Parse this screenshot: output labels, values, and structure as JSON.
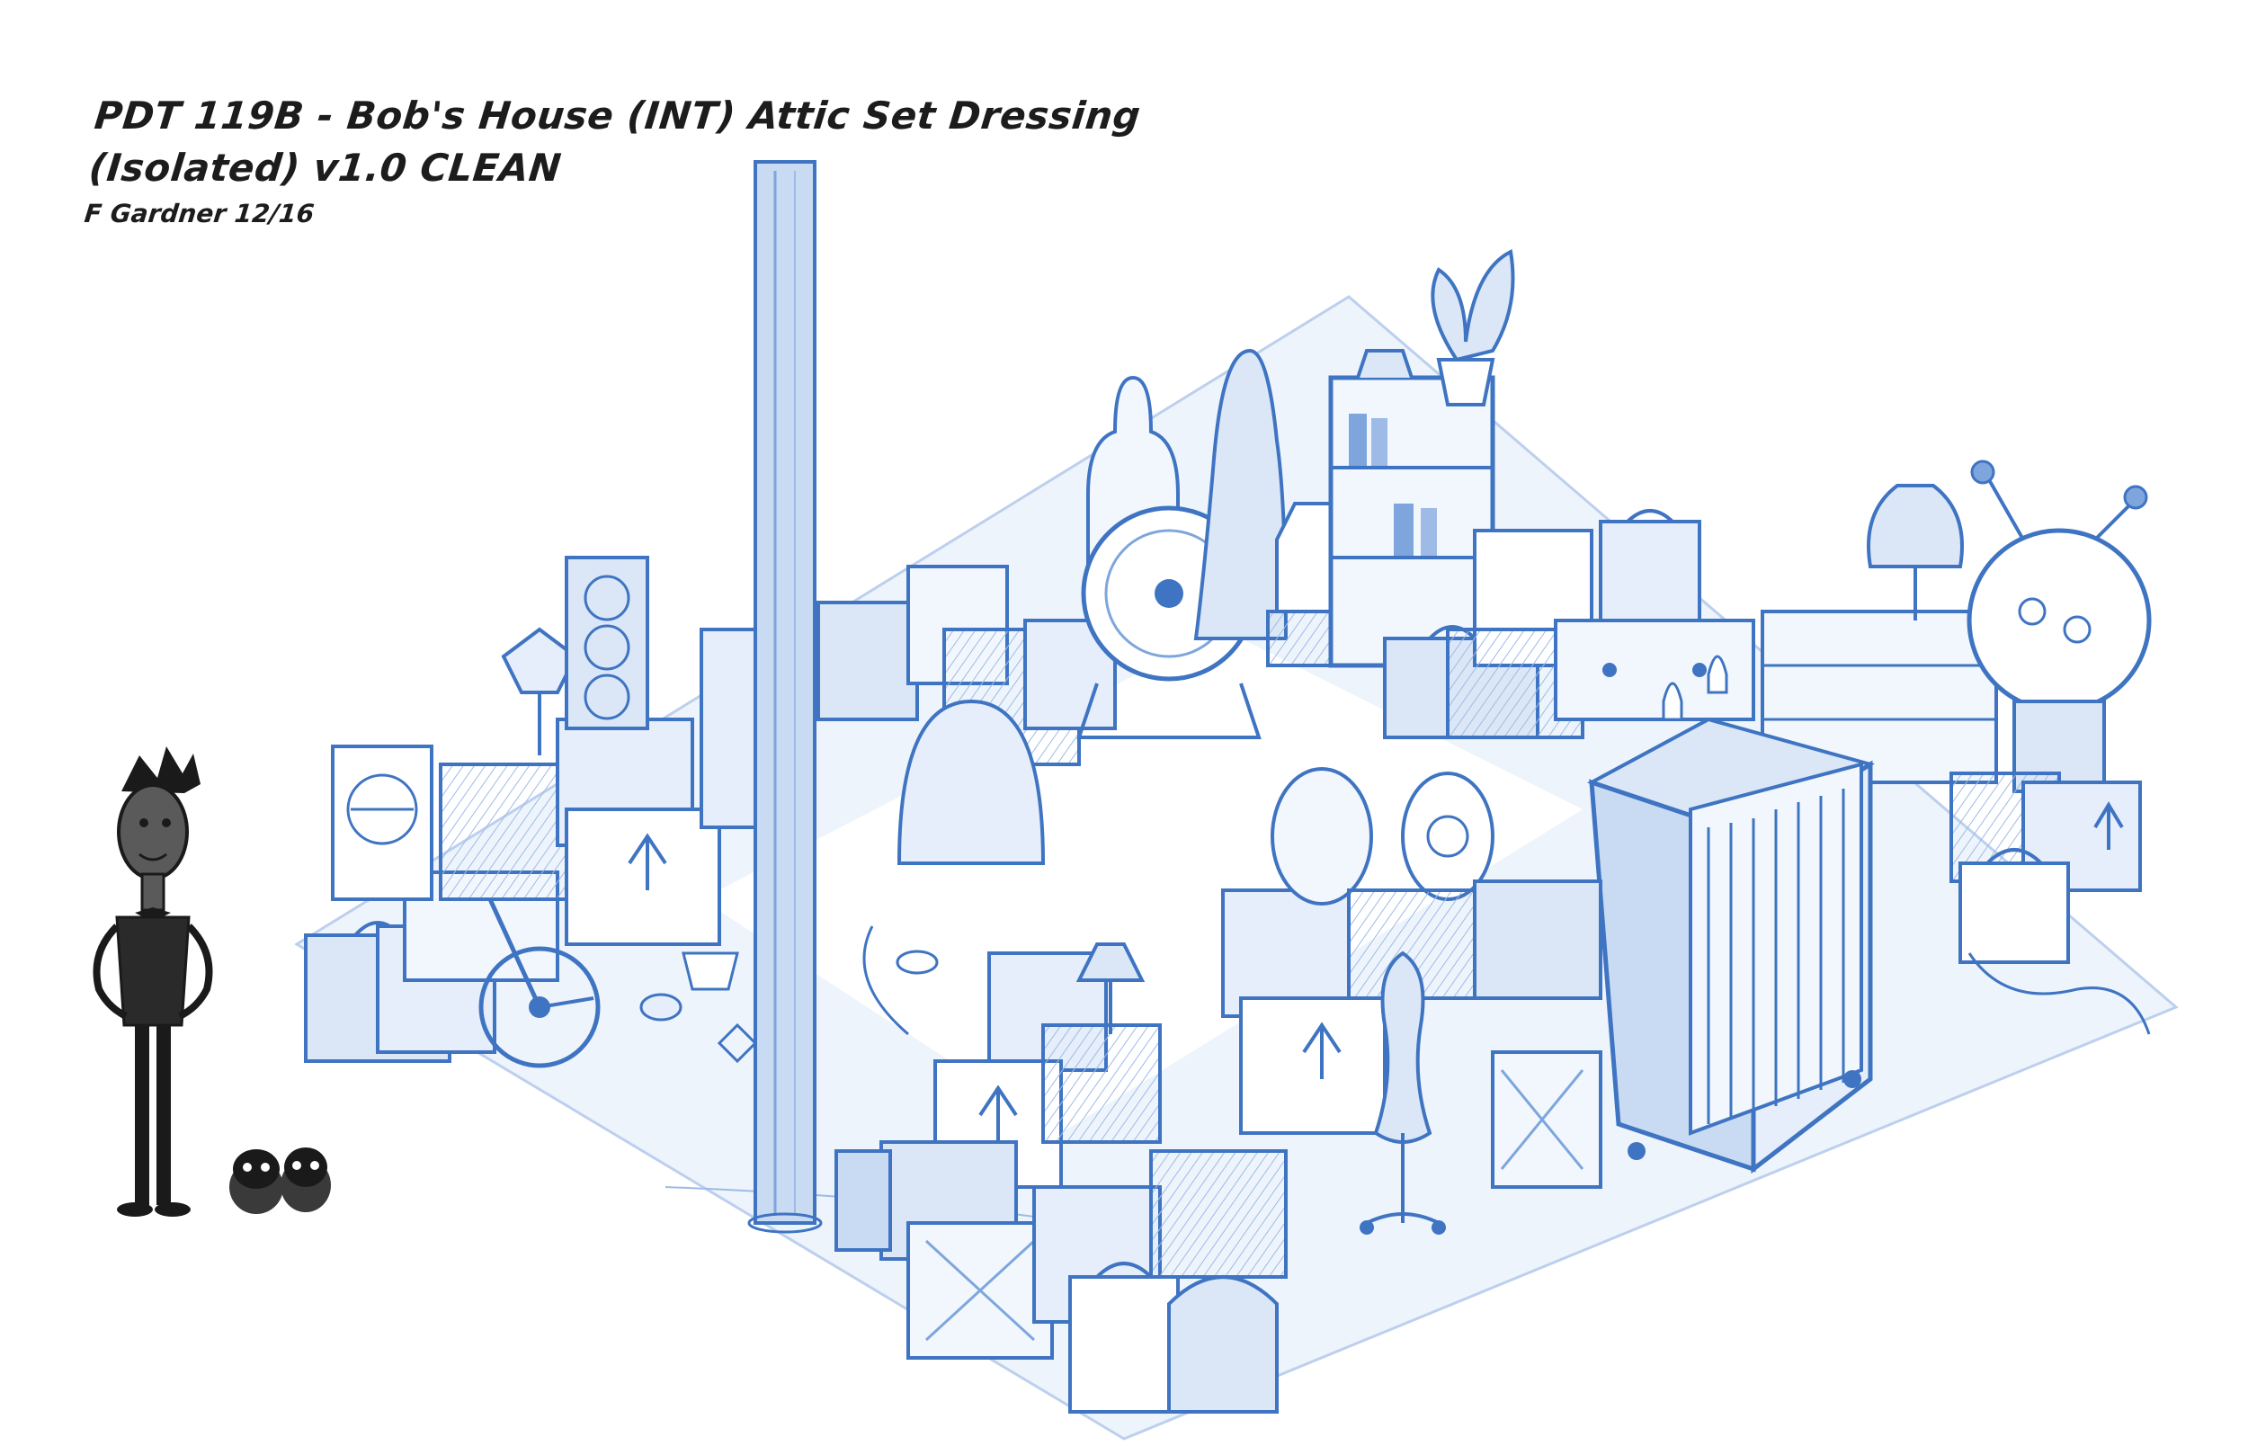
{
  "sheet": {
    "title_line_1": "PDT 119B - Bob's House (INT) Attic Set Dressing",
    "title_line_2": "(Isolated) v1.0 CLEAN",
    "credit": "F Gardner 12/16"
  },
  "colors": {
    "pencil_blue": "#3f74c2",
    "pencil_light": "#7ea6dc",
    "shade_blue": "#c9dbf2",
    "character_black": "#1a1a1a",
    "background": "#ffffff"
  }
}
